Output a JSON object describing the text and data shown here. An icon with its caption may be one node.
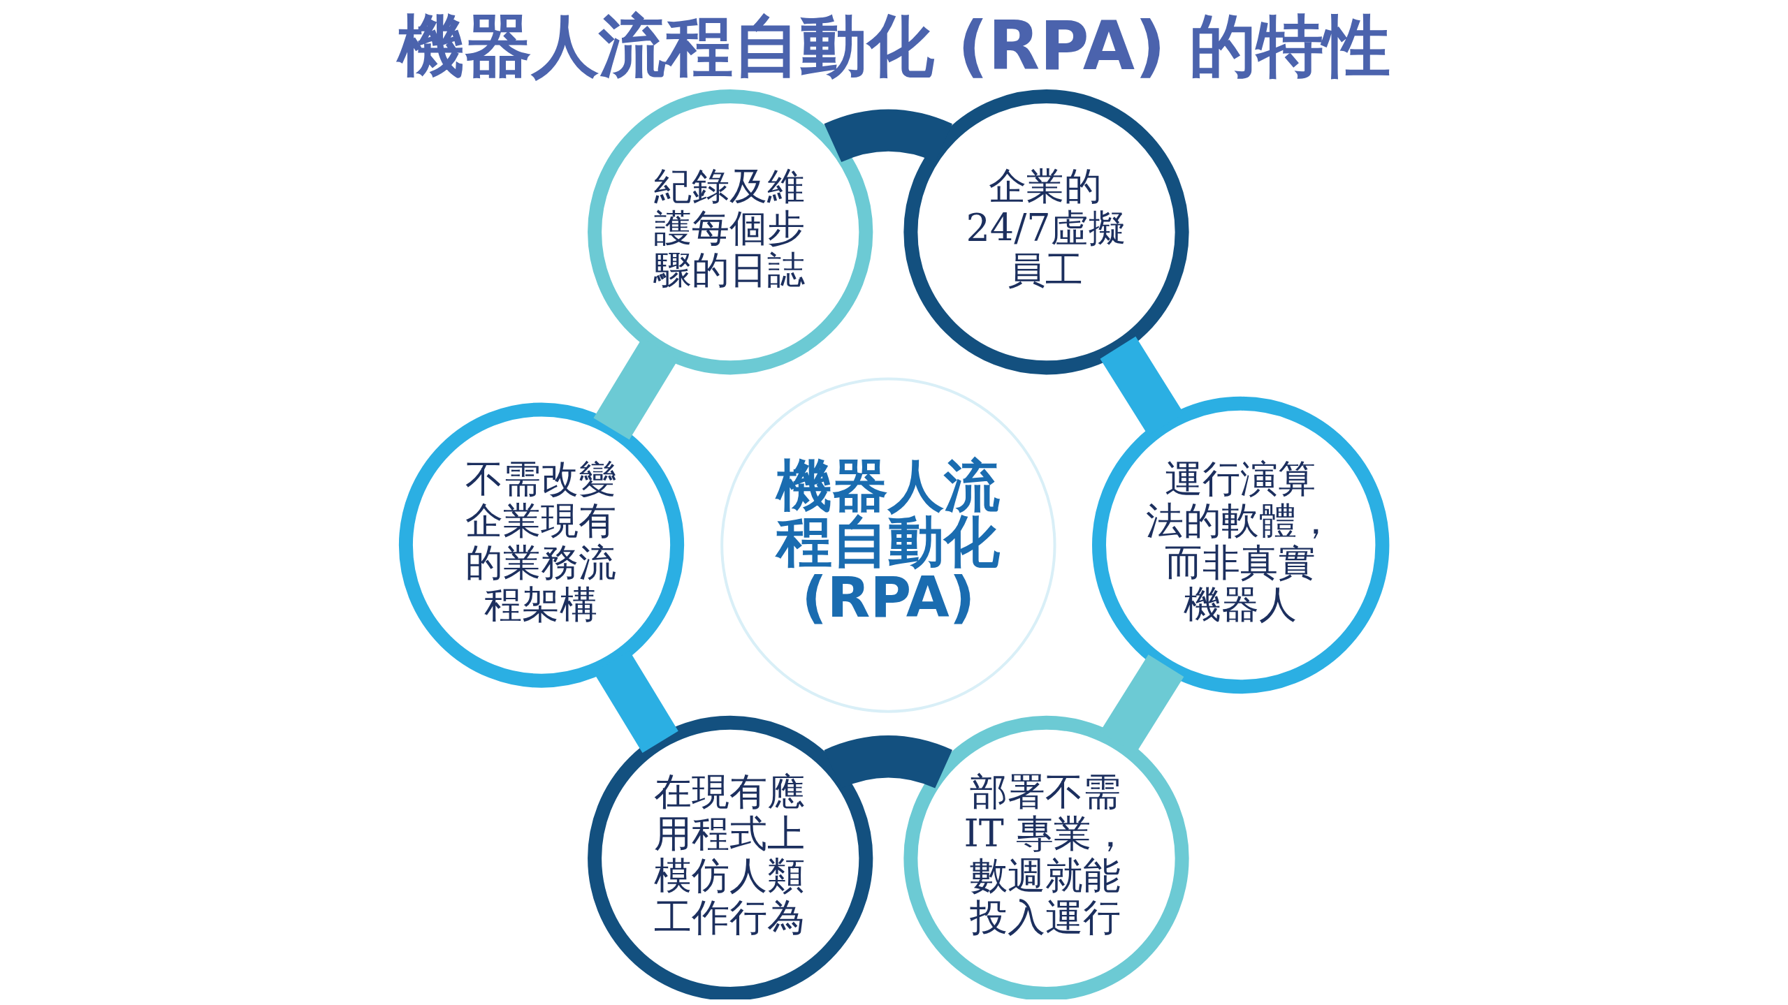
{
  "diagram": {
    "title": "機器人流程自動化 (RPA) 的特性",
    "nodes": [
      {
        "text": [
          "紀錄及維護每個步驟的日誌"
        ]
      },
      {
        "text": [
          "企業的24/7虛擬員工"
        ]
      },
      {
        "text": [
          "不需改變企業現有的業務流程架構"
        ]
      },
      {
        "text": [
          "機器人流程自動化(RPA)"
        ]
      },
      {
        "text": [
          "運行演算法的軟體，而非真實機器人"
        ]
      },
      {
        "text": [
          "在現有應用程式上模仿人類工作行為"
        ]
      },
      {
        "text": [
          "部署不需IT 專業，數週就能投入運行"
        ]
      }
    ],
    "edges": [
      {
        "from": 0,
        "to": 1,
        "arrow": "none",
        "color": "#13507f"
      },
      {
        "from": 1,
        "to": 4,
        "arrow": "none",
        "color": "#2bafe3"
      },
      {
        "from": 4,
        "to": 6,
        "arrow": "none",
        "color": "#6ccad4"
      },
      {
        "from": 6,
        "to": 5,
        "arrow": "none",
        "color": "#13507f"
      },
      {
        "from": 5,
        "to": 2,
        "arrow": "none",
        "color": "#2bafe3"
      },
      {
        "from": 2,
        "to": 0,
        "arrow": "none",
        "color": "#6ccad4"
      }
    ]
  }
}
